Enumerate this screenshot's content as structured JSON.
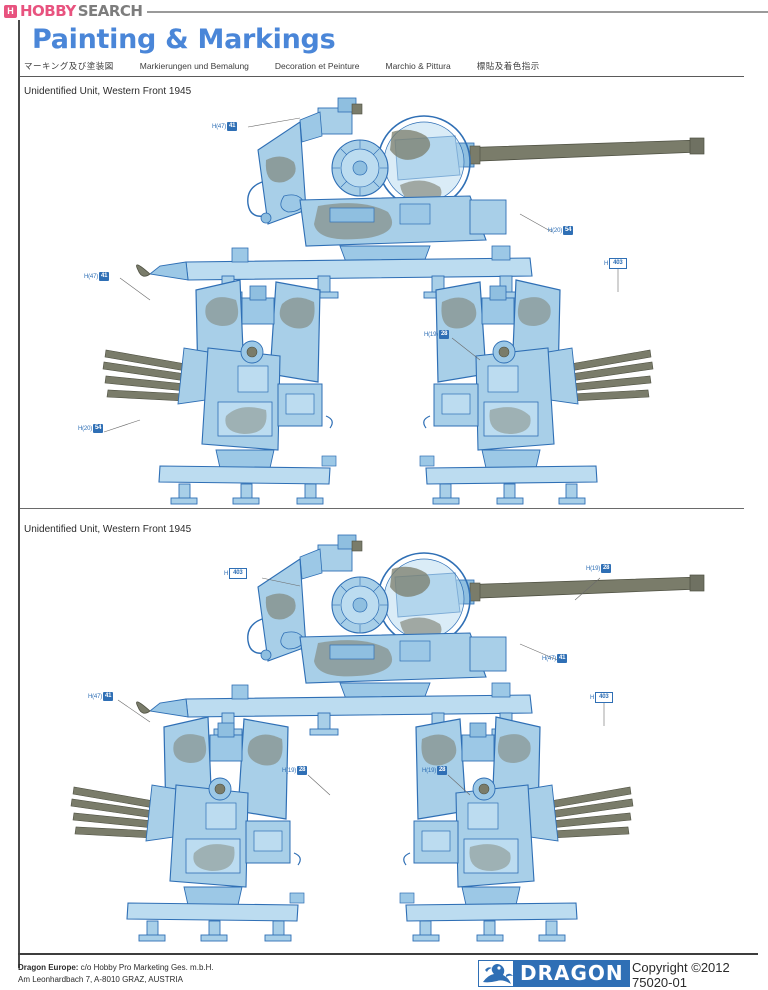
{
  "watermark": {
    "logo_glyph": "H",
    "hobby_text": "HOBBY",
    "search_text": "SEARCH"
  },
  "header": {
    "title": "Painting & Markings",
    "subtitles": [
      {
        "lang": "ja",
        "text": "マーキング及び塗装図"
      },
      {
        "lang": "de",
        "text": "Markierungen und Bemalung"
      },
      {
        "lang": "fr",
        "text": "Decoration et Peinture"
      },
      {
        "lang": "it",
        "text": "Marchio & Pittura"
      },
      {
        "lang": "zh",
        "text": "標貼及着色指示"
      }
    ]
  },
  "schemes": [
    {
      "caption": "Unidentified Unit, Western Front 1945",
      "callouts": [
        {
          "code": "H(47)",
          "number": "41",
          "style": "badge"
        },
        {
          "code": "H(20)",
          "number": "54",
          "style": "badge"
        },
        {
          "code": "H(47)",
          "number": "41",
          "style": "badge"
        },
        {
          "code": "H",
          "number": "403",
          "style": "box"
        },
        {
          "code": "H(19)",
          "number": "28",
          "style": "badge"
        },
        {
          "code": "H(20)",
          "number": "54",
          "style": "badge"
        }
      ]
    },
    {
      "caption": "Unidentified Unit, Western Front 1945",
      "callouts": [
        {
          "code": "H",
          "number": "403",
          "style": "box"
        },
        {
          "code": "H(19)",
          "number": "28",
          "style": "badge"
        },
        {
          "code": "H(47)",
          "number": "41",
          "style": "badge"
        },
        {
          "code": "H(47)",
          "number": "41",
          "style": "badge"
        },
        {
          "code": "H",
          "number": "403",
          "style": "box"
        },
        {
          "code": "H(19)",
          "number": "28",
          "style": "badge"
        },
        {
          "code": "H(19)",
          "number": "28",
          "style": "badge"
        }
      ]
    }
  ],
  "footer": {
    "company_label": "Dragon Europe:",
    "company_rest": " c/o Hobby Pro Marketing Ges. m.b.H.",
    "address": "Am Leonhardbach 7, A-8010 GRAZ, AUSTRIA",
    "brand": "DRAGON",
    "copyright": "Copyright ©2012",
    "part_number": "75020-01"
  },
  "colors": {
    "title_blue": "#4a86d8",
    "callout_blue": "#2f6fb5",
    "watermark_pink": "#e8537f",
    "watermark_grey": "#7d7d7d",
    "art_light_blue": "#a8cfe8",
    "art_mid_blue": "#7fb4dc",
    "art_camo_olive": "#7a7c6a",
    "art_outline": "#2f6fb5"
  }
}
